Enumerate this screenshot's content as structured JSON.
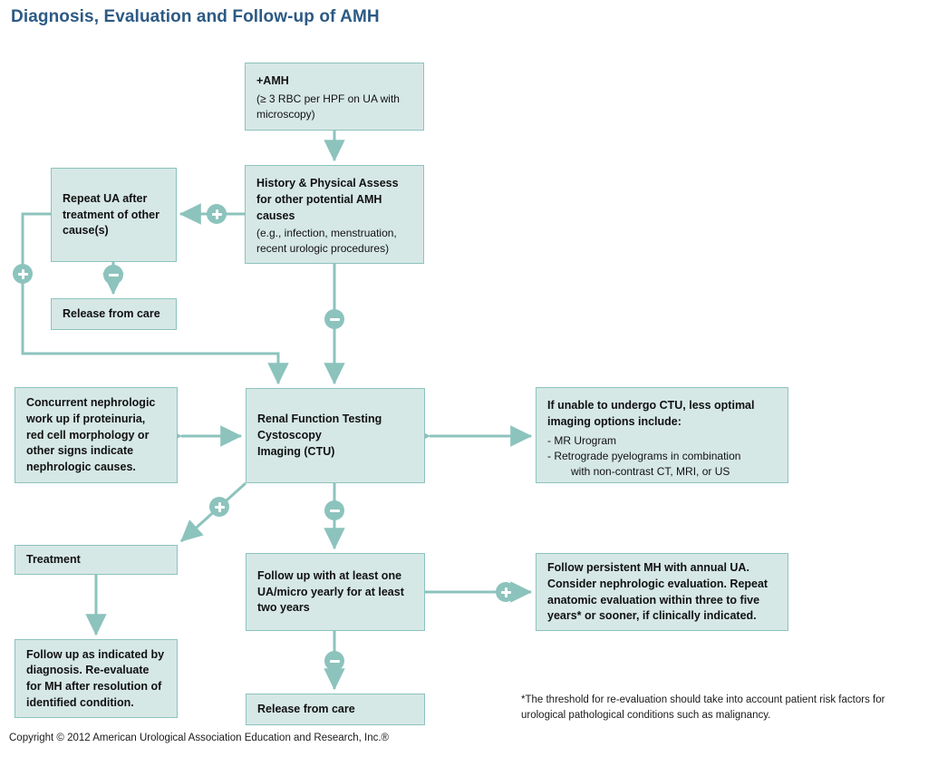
{
  "title": "Diagnosis, Evaluation and Follow-up of AMH",
  "colors": {
    "title": "#2c5a84",
    "box_fill": "#d6e8e6",
    "box_border": "#8cc3bd",
    "connector": "#8cc3bd",
    "text": "#111111"
  },
  "boxes": {
    "amh": {
      "heading": "+AMH",
      "sub": "(≥ 3 RBC per HPF on UA with microscopy)"
    },
    "history": {
      "heading": "History & Physical Assess for other potential AMH causes",
      "sub": "(e.g., infection, menstruation, recent urologic procedures)"
    },
    "repeat_ua": {
      "heading": "Repeat UA after treatment of other cause(s)"
    },
    "release_1": {
      "heading": "Release from care"
    },
    "concurrent": {
      "heading": "Concurrent nephrologic work up if proteinuria, red cell morphology or other signs indicate nephrologic causes."
    },
    "renal": {
      "line1": "Renal Function Testing",
      "line2": "Cystoscopy",
      "line3": "Imaging (CTU)"
    },
    "ctu_alternatives": {
      "heading": "If unable to undergo CTU, less optimal imaging options include:",
      "bullets": [
        "-  MR Urogram",
        "-  Retrograde pyelograms in combination",
        "with non-contrast CT, MRI, or US"
      ]
    },
    "treatment": {
      "heading": "Treatment"
    },
    "followup_diagnosis": {
      "heading": "Follow up as indicated by diagnosis. Re-evaluate for MH after resolution of identified condition."
    },
    "followup_ua": {
      "heading": "Follow up with at least one UA/micro yearly for at least two years"
    },
    "release_2": {
      "heading": "Release from care"
    },
    "persistent_mh": {
      "heading": "Follow persistent MH with annual UA. Consider nephrologic evaluation. Repeat anatomic evaluation within three to five years* or sooner, if clinically indicated."
    }
  },
  "badges": {
    "history_to_repeat": "+",
    "repeat_to_release": "-",
    "repeat_loop_positive": "+",
    "history_to_renal": "-",
    "renal_to_treatment": "+",
    "renal_to_followup": "-",
    "followup_to_release": "-",
    "followup_to_persistent": "+"
  },
  "footnote": "*The threshold for re-evaluation should take into account patient risk factors for urological pathological conditions such as malignancy.",
  "copyright": "Copyright © 2012 American Urological Association Education and Research, Inc.®"
}
